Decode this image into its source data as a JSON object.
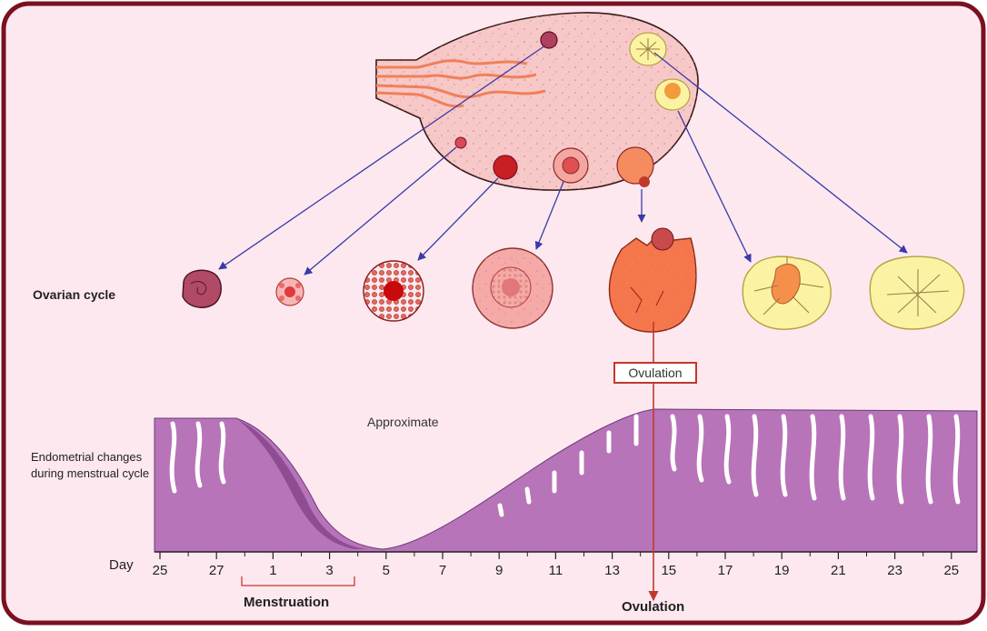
{
  "labels": {
    "ovarian_cycle": "Ovarian cycle",
    "endometrial": "Endometrial changes during menstrual cycle",
    "approximate": "Approximate",
    "day": "Day",
    "menstruation": "Menstruation",
    "ovulation_box": "Ovulation",
    "ovulation_bottom": "Ovulation"
  },
  "day_ticks": [
    "25",
    "27",
    "1",
    "3",
    "5",
    "7",
    "9",
    "11",
    "13",
    "15",
    "17",
    "19",
    "21",
    "23",
    "25"
  ],
  "follicle_stages": [
    "corpus-albicans",
    "primordial-follicle",
    "primary-follicle",
    "secondary-follicle",
    "ovulating-follicle",
    "corpus-luteum",
    "regressing-corpus-luteum"
  ],
  "colors": {
    "background": "#fde8ef",
    "frame": "#7a1020",
    "endometrium": "#b874b8",
    "endometrium_dark": "#8e4d93",
    "ovary": "#f7c8c8",
    "arrow": "#3a3aa8",
    "ovulation_line": "#c0392b",
    "corpus_luteum": "#fbf3a3"
  }
}
